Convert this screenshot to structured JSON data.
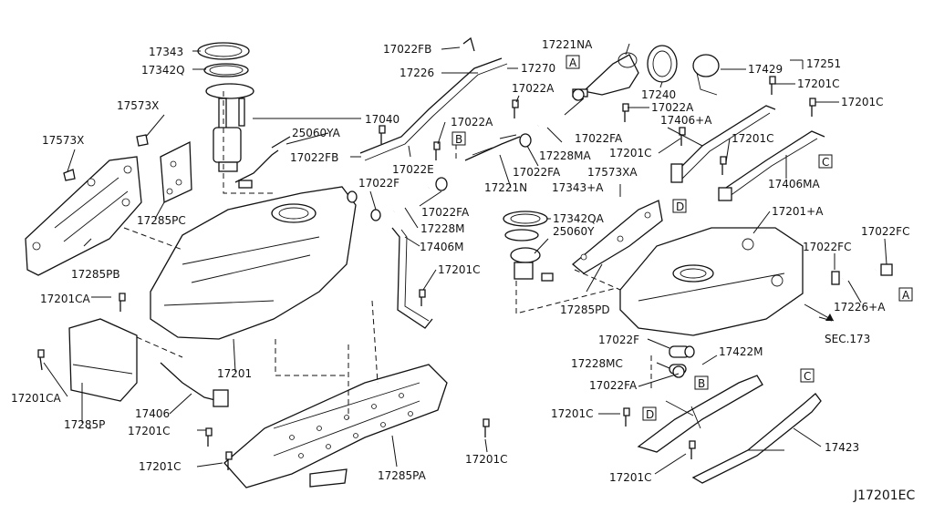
{
  "diagram": {
    "code": "J17201EC",
    "sec_ref": "SEC.173",
    "letters": {
      "a": "A",
      "b": "B",
      "c": "C",
      "d": "D"
    },
    "labels": {
      "l17343": "17343",
      "l17342Q": "17342Q",
      "l17573X_a": "17573X",
      "l17573X_b": "17573X",
      "l17040": "17040",
      "l25060YA": "25060YA",
      "l17022FB_a": "17022FB",
      "l17022FB_b": "17022FB",
      "l17226": "17226",
      "l17270": "17270",
      "l17022A_a": "17022A",
      "l17022A_b": "17022A",
      "l17022A_c": "17022A",
      "l17022E": "17022E",
      "l17022F_a": "17022F",
      "l17022F_b": "17022F",
      "l17022FA_a": "17022FA",
      "l17022FA_b": "17022FA",
      "l17022FA_c": "17022FA",
      "l17022FA_d": "17022FA",
      "l17228M": "17228M",
      "l17228MA": "17228MA",
      "l17228MC": "17228MC",
      "l17221NA": "17221NA",
      "l17221N": "17221N",
      "l17240": "17240",
      "l17429": "17429",
      "l17251": "17251",
      "l17201C_a": "17201C",
      "l17201C_b": "17201C",
      "l17201C_c": "17201C",
      "l17201C_d": "17201C",
      "l17201C_e": "17201C",
      "l17201C_f": "17201C",
      "l17201C_g": "17201C",
      "l17201C_h": "17201C",
      "l17201C_i": "17201C",
      "l17201C_j": "17201C",
      "l17406A": "17406+A",
      "l17406MA": "17406MA",
      "l17406M": "17406M",
      "l17406": "17406",
      "l17573XA": "17573XA",
      "l17343A": "17343+A",
      "l17342QA": "17342QA",
      "l25060Y": "25060Y",
      "l17285PC": "17285PC",
      "l17285PB": "17285PB",
      "l17285PD": "17285PD",
      "l17285P": "17285P",
      "l17285PA": "17285PA",
      "l17201A": "17201+A",
      "l17201": "17201",
      "l17201CA_a": "17201CA",
      "l17201CA_b": "17201CA",
      "l17022FC_a": "17022FC",
      "l17022FC_b": "17022FC",
      "l17226A": "17226+A",
      "l17422M": "17422M",
      "l17423": "17423"
    }
  }
}
